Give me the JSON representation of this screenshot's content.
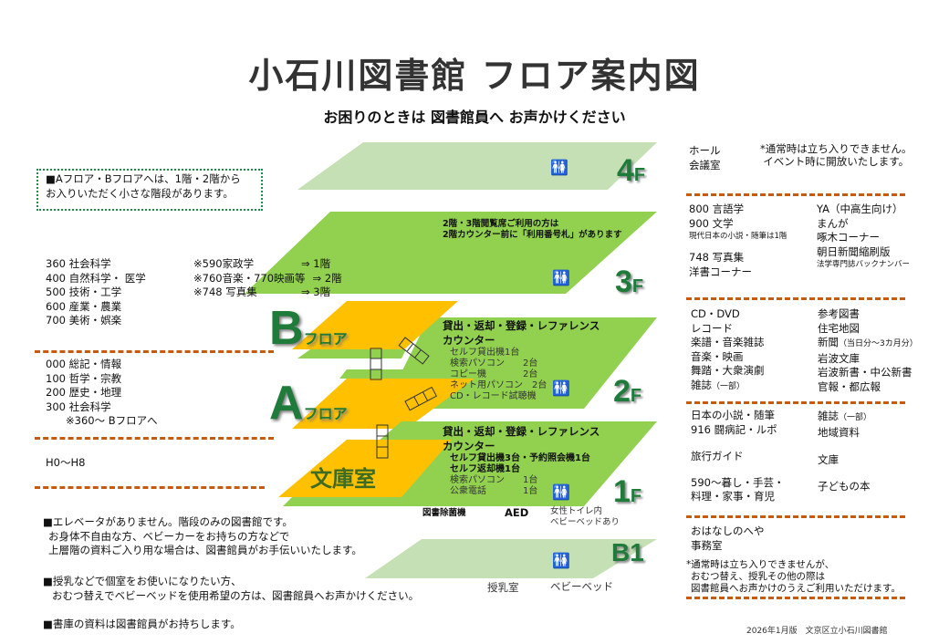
{
  "title": "小石川図書館 フロア案内図",
  "subtitle": "お困りのときは 図書館員へ お声かけください",
  "colors": {
    "green": "#92d050",
    "light_green": "#c5e0b4",
    "yellow": "#ffc000",
    "label_green": "#1e7b3a",
    "dash": "#c55a11"
  },
  "notice_box": [
    "■Aフロア・Bフロアへは、1階・2階から",
    "お入りいただく小さな階段があります。"
  ],
  "floors": {
    "f4": {
      "label": "4",
      "suffix": "F",
      "rooms": [
        "ホール",
        "会議室"
      ],
      "note": [
        "*通常時は立ち入りできません。",
        "イベント時に開放いたします。"
      ]
    },
    "f3": {
      "label": "3",
      "suffix": "F",
      "note": [
        "2階・3階閲覧席ご利用の方は",
        "2階カウンター前に「利用番号札」があります"
      ],
      "left": [
        "800 言語学",
        "900 文学"
      ],
      "left_small": "現代日本の小説・随筆は1階",
      "left2": [
        "748 写真集",
        "洋書コーナー"
      ],
      "right": [
        "YA（中高生向け）",
        "まんが",
        "啄木コーナー",
        "朝日新聞縮刷版"
      ],
      "right_small": "法学専門誌バックナンバー"
    },
    "b": {
      "label": "B",
      "suffix": "フロア",
      "items": [
        "360 社会科学",
        "400 自然科学・ 医学",
        "500 技術・工学",
        "600 産業・農業",
        "700 美術・娯楽"
      ],
      "notes": [
        "※590家政学",
        "※760音楽・770映画等",
        "※748 写真集"
      ],
      "note_floors": [
        "⇒ 1階",
        "⇒ 2階",
        "⇒ 3階"
      ]
    },
    "f2": {
      "label": "2",
      "suffix": "F",
      "counter": [
        "貸出・返却・登録・レファレンス",
        "カウンター"
      ],
      "equipment": [
        "セルフ貸出機1台",
        "検索パソコン　　2台",
        "コピー機　　　　2台",
        "ネット用パソコン　2台",
        "CD・レコード試聴機"
      ],
      "left": [
        "CD・DVD",
        "レコード",
        "楽譜・音楽雑誌",
        "音楽・映画",
        "舞踏・大衆演劇"
      ],
      "left_magazine": "雑誌",
      "left_magazine_small": "（一部）",
      "right": [
        "参考図書",
        "住宅地図"
      ],
      "right_news": "新聞",
      "right_news_small": "（当日分〜3カ月分）",
      "right2": [
        "岩波文庫",
        "岩波新書・中公新書",
        "官報・都広報"
      ]
    },
    "a": {
      "label": "A",
      "suffix": "フロア",
      "items": [
        "000 総記・情報",
        "100 哲学・宗教",
        "200 歴史・地理",
        "300 社会科学"
      ],
      "note": "※360〜 Bフロアへ"
    },
    "bunko": {
      "label": "文庫室",
      "items": [
        "H0〜H8"
      ]
    },
    "f1": {
      "label": "1",
      "suffix": "F",
      "counter": [
        "貸出・返却・登録・レファレンス",
        "カウンター"
      ],
      "equipment_bold": [
        "セルフ貸出機3台・予約照会機1台",
        "セルフ返却機1台"
      ],
      "equipment": [
        "検索パソコン　　1台",
        "公衆電話　　　　1台"
      ],
      "below": [
        "図書除菌機",
        "AED"
      ],
      "toilet_note": [
        "女性トイレ内",
        "ベビーベッドあり"
      ],
      "left": [
        "日本の小説・随筆",
        "916 闘病記・ルポ",
        "旅行ガイド",
        "590〜暮し・手芸・",
        "料理・家事・育児"
      ],
      "right_magazine": "雑誌",
      "right_magazine_small": "（一部）",
      "right": [
        "地域資料",
        "文庫",
        "子どもの本"
      ]
    },
    "b1": {
      "label": "B1",
      "rooms_map": [
        "授乳室",
        "ベビーベッド"
      ],
      "rooms": [
        "おはなしのへや",
        "事務室"
      ],
      "note": [
        "*通常時は立ち入りできませんが、",
        "おむつ替え、授乳その他の際は",
        "図書館員へお声かけのうえご利用いただけます。"
      ]
    }
  },
  "bottom_notes": [
    [
      "■エレベータがありません。階段のみの図書館です。",
      "お身体不自由な方、ベビーカーをお持ちの方などで",
      "上層階の資料ご入り用な場合は、図書館員がお手伝いいたします。"
    ],
    [
      "■授乳などで個室をお使いになりたい方、",
      "おむつ替えでベビーベッドを使用希望の方は、図書館員へお声かけください。"
    ],
    [
      "■書庫の資料は図書館員がお持ちします。"
    ]
  ],
  "footer": "2026年1月版　文京区立小石川図書館",
  "toilet_icon": "restroom-icon"
}
